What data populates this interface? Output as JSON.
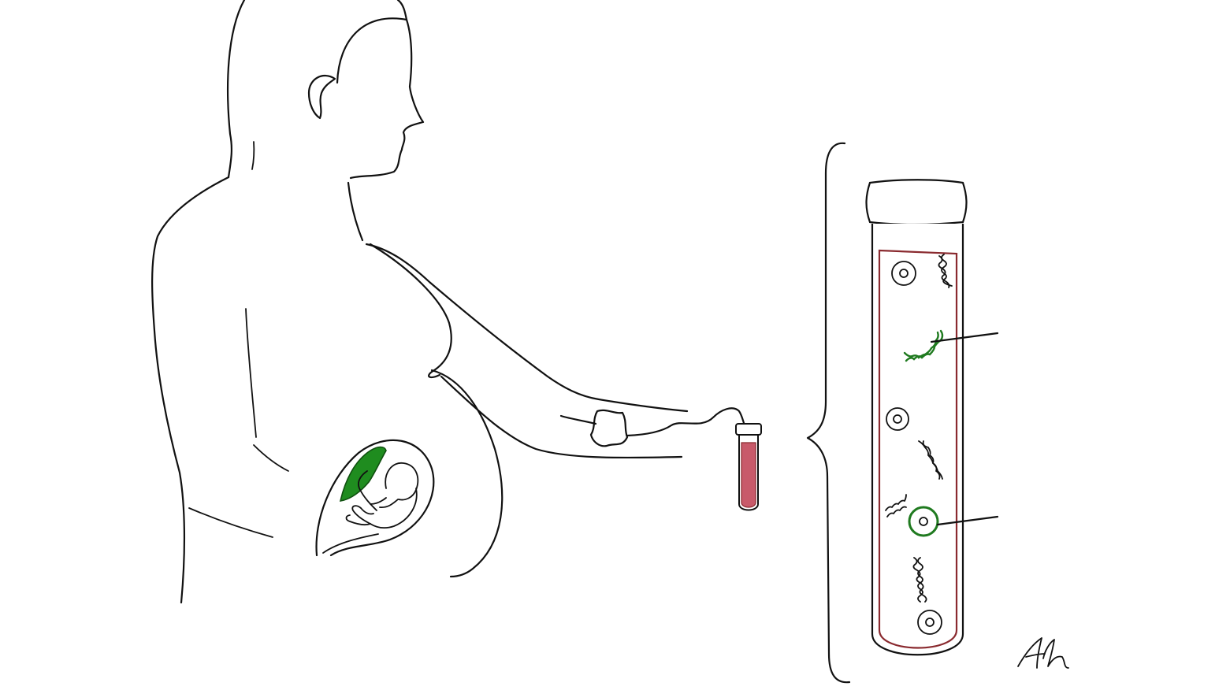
{
  "diagram": {
    "colors": {
      "ink": "#111111",
      "placenta": "#1f8c1f",
      "fetal_dna": "#1f7a1f",
      "blood": "#8a2a2f",
      "tube_blood_fill": "#c85a6a"
    },
    "elements": [
      "pregnant-woman-outline",
      "fetus",
      "placenta",
      "arm-cuff",
      "blood-collection-tube-small",
      "curly-brace",
      "blood-tube-magnified",
      "maternal-cells",
      "maternal-dna-fragments",
      "fetal-dna-fragment",
      "fetal-cell",
      "callout-lines",
      "artist-signature"
    ],
    "signature": "Ah"
  }
}
